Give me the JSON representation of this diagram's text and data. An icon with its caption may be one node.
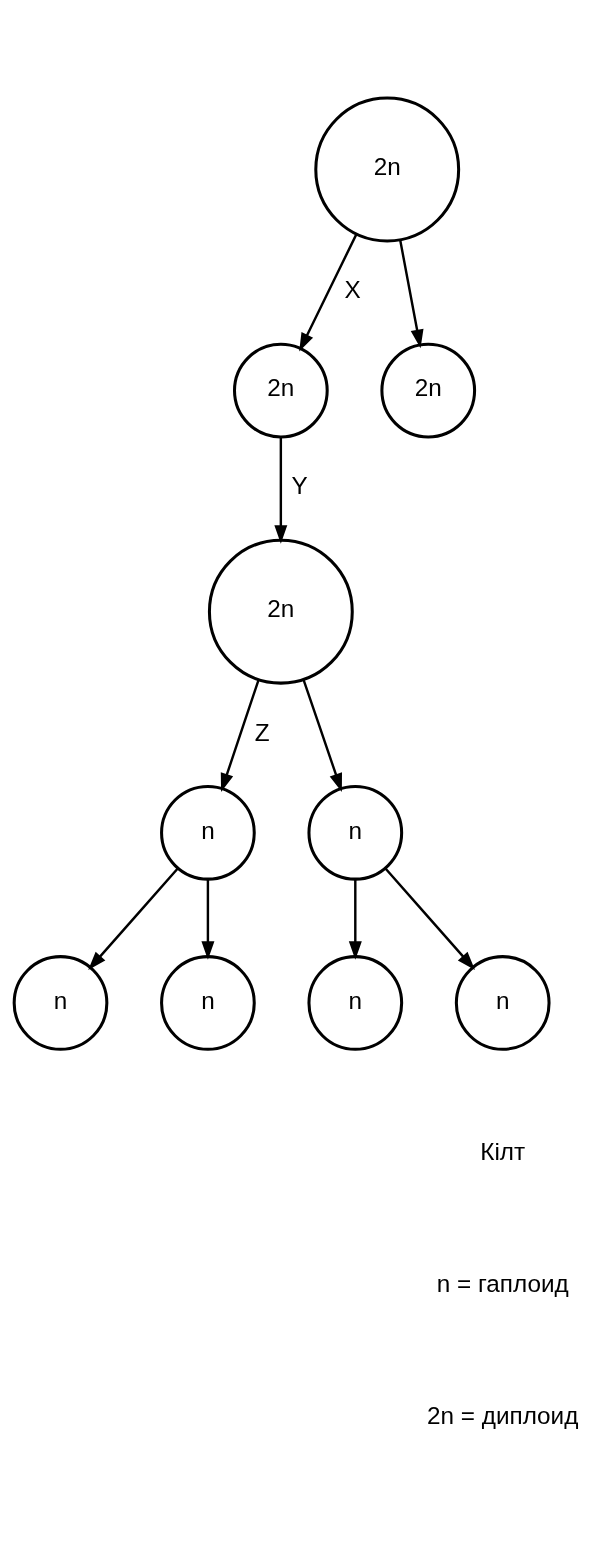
{
  "diagram": {
    "nodes": [
      {
        "text": [
          "2n"
        ]
      },
      {
        "text": [
          "2n"
        ]
      },
      {
        "text": [
          "2n"
        ]
      },
      {
        "text": [
          "2n"
        ]
      },
      {
        "text": [
          "n"
        ]
      },
      {
        "text": [
          "n"
        ]
      },
      {
        "text": [
          "n"
        ]
      },
      {
        "text": [
          "n"
        ]
      },
      {
        "text": [
          "n"
        ]
      },
      {
        "text": [
          "n"
        ]
      }
    ],
    "edges": [
      {
        "from": 0,
        "to": 1,
        "arrow": "to",
        "label": "X"
      },
      {
        "from": 0,
        "to": 2,
        "arrow": "to"
      },
      {
        "from": 1,
        "to": 3,
        "arrow": "to",
        "label": "Y"
      },
      {
        "from": 3,
        "to": 4,
        "arrow": "to",
        "label": "Z"
      },
      {
        "from": 3,
        "to": 5,
        "arrow": "to"
      },
      {
        "from": 4,
        "to": 6,
        "arrow": "to"
      },
      {
        "from": 4,
        "to": 7,
        "arrow": "to"
      },
      {
        "from": 5,
        "to": 8,
        "arrow": "to"
      },
      {
        "from": 5,
        "to": 9,
        "arrow": "to"
      }
    ],
    "labels": [
      "Кілт"
    ],
    "legend": [
      {
        "text": "n = гаплоид"
      },
      {
        "text": "2n = диплоид"
      }
    ]
  }
}
